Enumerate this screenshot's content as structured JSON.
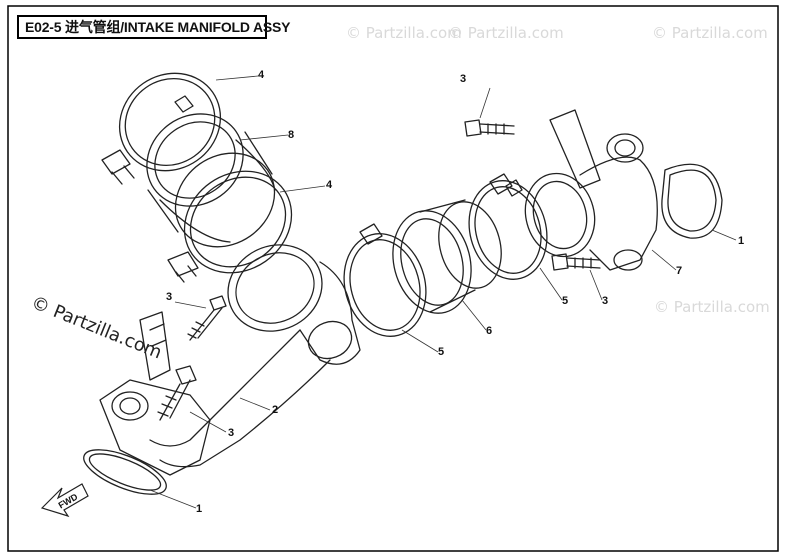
{
  "title": "E02-5 进气管组/INTAKE MANIFOLD ASSY",
  "watermark": {
    "main": "© Partzilla.com",
    "faint": "© Partzilla.com"
  },
  "fwd_label": "FWD",
  "callouts": {
    "c1_top": "1",
    "c1_bottom": "1",
    "c2": "2",
    "c3_top": "3",
    "c3_left": "3",
    "c3_lower": "3",
    "c3_right": "3",
    "c4_top": "4",
    "c4_mid": "4",
    "c5_left": "5",
    "c5_right": "5",
    "c6": "6",
    "c7": "7",
    "c8": "8"
  },
  "colors": {
    "line": "#222222",
    "frame": "#000000",
    "watermark": "#d9d9d9"
  }
}
